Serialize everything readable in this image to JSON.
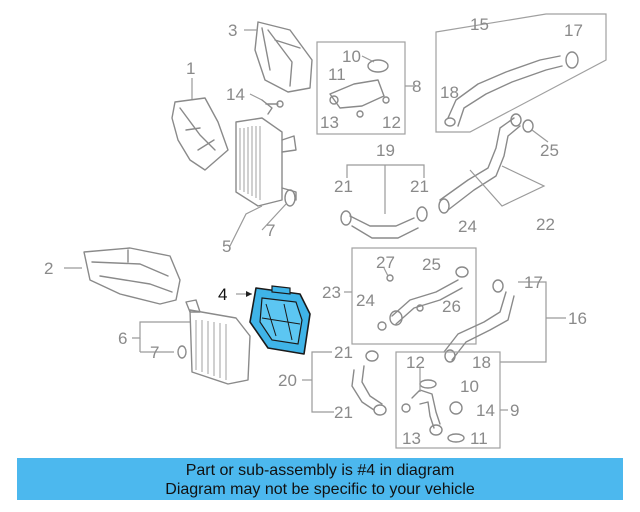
{
  "callouts": [
    "1",
    "2",
    "3",
    "4",
    "5",
    "6",
    "7",
    "7",
    "8",
    "9",
    "10",
    "10",
    "11",
    "11",
    "12",
    "12",
    "13",
    "13",
    "14",
    "14",
    "15",
    "16",
    "17",
    "17",
    "18",
    "18",
    "19",
    "20",
    "21",
    "21",
    "21",
    "21",
    "22",
    "23",
    "24",
    "24",
    "25",
    "25",
    "26",
    "27"
  ],
  "banner": {
    "line1": "Part or sub-assembly is #4 in diagram",
    "line2": "Diagram may not be specific to your vehicle",
    "color": "#4cb8ee"
  },
  "highlight_color": "#3fb4e8"
}
